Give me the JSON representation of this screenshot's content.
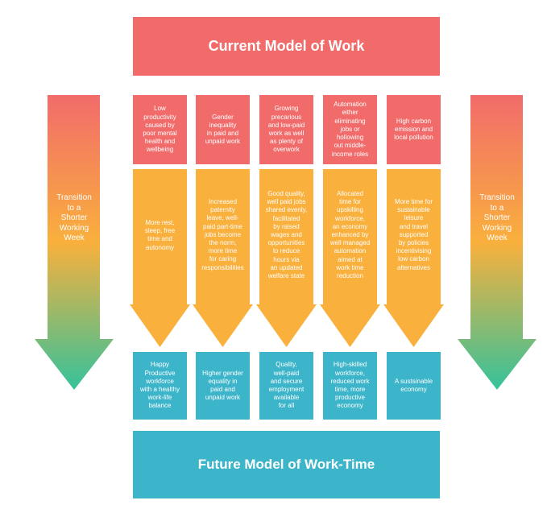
{
  "top_title": "Current Model of Work",
  "bottom_title": "Future Model of Work-Time",
  "side_label": "Transition\nto a\nShorter\nWorking\nWeek",
  "colors": {
    "red": "#f26b6b",
    "orange": "#f9b03c",
    "teal": "#3cb4c9",
    "green": "#35c29b"
  },
  "columns": [
    {
      "problem": "Low\nproductivity\ncaused by\npoor mental\nhealth and\nwellbeing",
      "transition": "More rest,\nsleep, free\ntime and\nautonomy",
      "outcome": "Happy\nProductive\nworkforce\nwith a healthy\nwork-life\nbalance"
    },
    {
      "problem": "Gender\ninequality\nin paid and\nunpaid work",
      "transition": "Increased\npaternity\nleave, well-\npaid part-time\njobs become\nthe norm,\nmore time\nfor caring\nresponsibilities",
      "outcome": "Higher gender\nequality in\npaid and\nunpaid work"
    },
    {
      "problem": "Growing\nprecarious\nand low-paid\nwork as well\nas plenty of\noverwork",
      "transition": "Good quality,\nwell paid jobs\nshared evenly,\nfacilitated\nby raised\nwages and\nopportunities\nto reduce\nhours via\nan updated\nwelfare state",
      "outcome": "Quality,\nwell-paid\nand secure\nemployment\navailable\nfor all"
    },
    {
      "problem": "Automation\neither\neliminating\njobs or\nhollowing\nout middle-\nincome roles",
      "transition": "Allocated\ntime for\nupskilling\nworkforce,\nan economy\nenhanced by\nwell managed\nautomation\naimed at\nwork time\nreduction",
      "outcome": "High-skilled\nworkforce,\nreduced work\ntime, more\nproductive\neconomy"
    },
    {
      "problem": "High carbon\nemission and\nlocal pollution",
      "transition": "More time for\nsustainable\nleisure\nand travel\nsupported\nby policies\nincentivising\nlow carbon\nalternatives",
      "outcome": "A sustsinable\neconomy"
    }
  ]
}
